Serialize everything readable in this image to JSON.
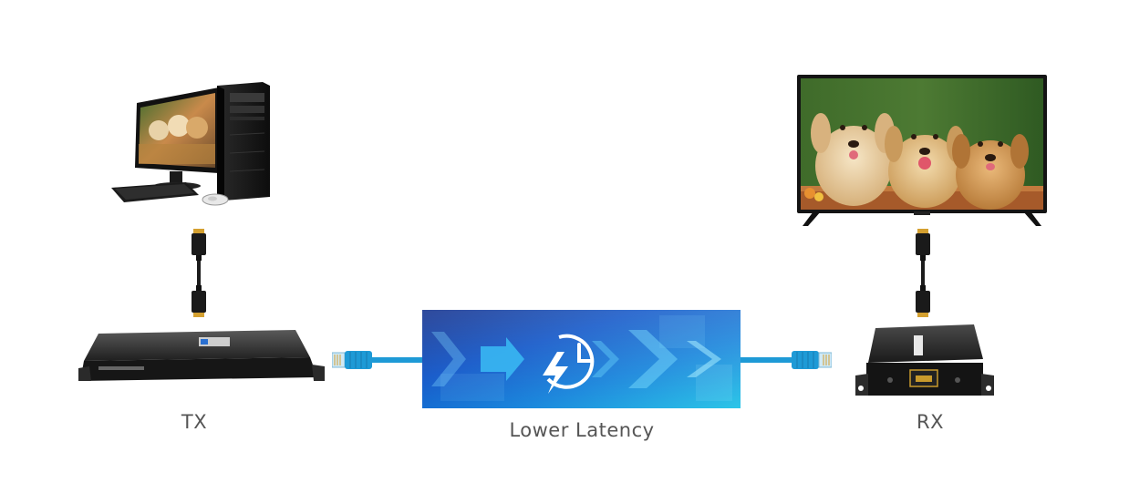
{
  "labels": {
    "tx": "TX",
    "rx": "RX",
    "middle": "Lower Latency"
  },
  "icons": {
    "pc": "desktop-computer-icon",
    "tv": "television-icon",
    "hdmi": "hdmi-cable-icon",
    "rj45": "ethernet-connector-icon",
    "latency": "clock-lightning-icon"
  },
  "colors": {
    "cable_blue": "#1e9ad6",
    "panel_dark": "#0a1f7a",
    "panel_light": "#1fb5e6",
    "caption": "#555555"
  }
}
